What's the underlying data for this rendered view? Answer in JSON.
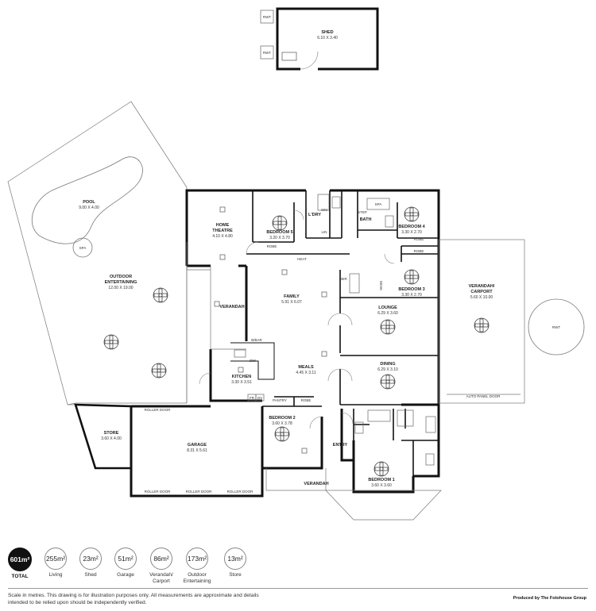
{
  "rooms": {
    "shed": {
      "name": "SHED",
      "dims": "6.10 X 3.40"
    },
    "pool": {
      "name": "POOL",
      "dims": "9.00 X 4.00"
    },
    "spa_outdoor": {
      "name": "SPA"
    },
    "outdoor_entertaining": {
      "name": "OUTDOOR\nENTERTAINING",
      "name1": "OUTDOOR",
      "name2": "ENTERTAINING",
      "dims": "12.00 X 19.00"
    },
    "home_theatre": {
      "name1": "HOME",
      "name2": "THEATRE",
      "dims": "4.10 X 4.80"
    },
    "bedroom5": {
      "name": "BEDROOM 5",
      "dims": "3.20 X 3.70"
    },
    "lndry": {
      "name": "L'DRY"
    },
    "bath": {
      "name": "BATH"
    },
    "spa_bath": {
      "name": "SPA"
    },
    "bedroom4": {
      "name": "BEDROOM 4",
      "dims": "3.30 X 2.70"
    },
    "bedroom3": {
      "name": "BEDROOM 3",
      "dims": "3.30 X 2.70"
    },
    "family": {
      "name": "FAMILY",
      "dims": "5.91 X 6.07"
    },
    "verandah_left": {
      "name": "VERANDAH"
    },
    "lounge": {
      "name": "LOUNGE",
      "dims": "6.29 X 3.60"
    },
    "verandah_carport": {
      "name1": "VERANDAH/",
      "name2": "CARPORT",
      "dims": "5.60 X 10.00"
    },
    "meals": {
      "name": "MEALS",
      "dims": "4.45 X 3.11"
    },
    "kitchen": {
      "name": "KITCHEN",
      "dims": "3.30 X 3.51"
    },
    "dining": {
      "name": "DINING",
      "dims": "6.29 X 3.10"
    },
    "store": {
      "name": "STORE",
      "dims": "3.60 X 4.00"
    },
    "garage": {
      "name": "GARAGE",
      "dims": "8.31 X 5.61"
    },
    "bedroom2": {
      "name": "BEDROOM 2",
      "dims": "3.60 X 3.78"
    },
    "entry": {
      "name": "ENTRY"
    },
    "bedroom1": {
      "name": "BEDROOM 1",
      "dims": "3.60 X 3.60"
    },
    "verandah_front": {
      "name": "VERANDAH"
    }
  },
  "fixtures": {
    "rwt": "RWT",
    "robe": "ROBE",
    "heat": "HEAT",
    "wm": "WM",
    "lin": "LIN",
    "step": "STEP",
    "bir": "BIR",
    "desk": "DESK",
    "dw": "DW",
    "bbar": "B/BAR",
    "fr": "FR",
    "ov": "OV",
    "pantry": "PANTRY",
    "roller_door": "ROLLER DOOR",
    "auto_panel_door": "AUTO PANEL DOOR"
  },
  "legend": [
    {
      "value": "601m²",
      "label": "TOTAL"
    },
    {
      "value": "255m²",
      "label": "Living"
    },
    {
      "value": "23m²",
      "label": "Shed"
    },
    {
      "value": "51m²",
      "label": "Garage"
    },
    {
      "value": "86m²",
      "label": "Verandah/\nCarport"
    },
    {
      "value": "173m²",
      "label": "Outdoor\nEntertaining"
    },
    {
      "value": "13m²",
      "label": "Store"
    }
  ],
  "footer": {
    "disclaimer": "Scale in metres. This drawing is for illustration purposes only. All measurements are approximate and details intended to be relied upon should be independently verified.",
    "producer": "Produced by The Fotohouse Group"
  }
}
